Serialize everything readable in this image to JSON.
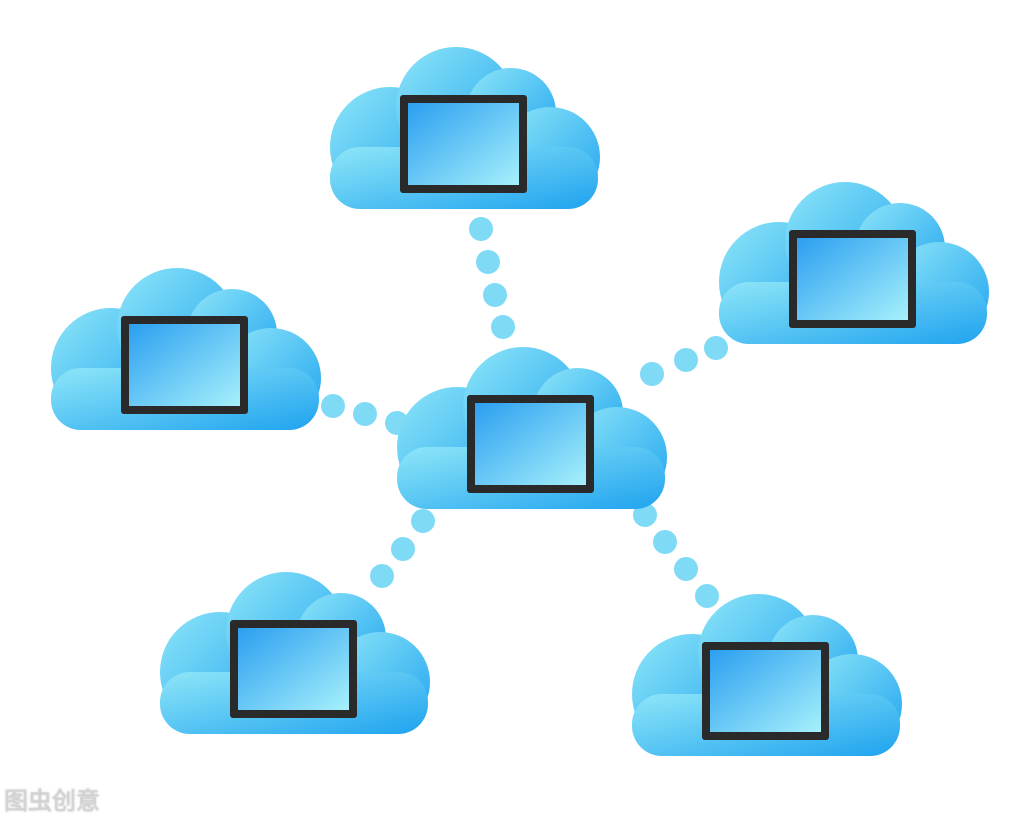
{
  "diagram": {
    "type": "network-topology",
    "colors": {
      "cloud_light": "#8ee6f8",
      "cloud_dark": "#1fa3ef",
      "screen_light": "#a6f0fb",
      "screen_dark": "#2b9ff0",
      "frame": "#2a2a2a",
      "dot": "#7fdaf6"
    },
    "nodes": [
      {
        "id": "center",
        "icon": "cloud-tablet-icon"
      },
      {
        "id": "top",
        "icon": "cloud-tablet-icon"
      },
      {
        "id": "top-right",
        "icon": "cloud-tablet-icon"
      },
      {
        "id": "left",
        "icon": "cloud-tablet-icon"
      },
      {
        "id": "bottom-left",
        "icon": "cloud-tablet-icon"
      },
      {
        "id": "bottom-right",
        "icon": "cloud-tablet-icon"
      }
    ],
    "connections": [
      {
        "from": "center",
        "to": "top"
      },
      {
        "from": "center",
        "to": "top-right"
      },
      {
        "from": "center",
        "to": "left"
      },
      {
        "from": "center",
        "to": "bottom-left"
      },
      {
        "from": "center",
        "to": "bottom-right"
      }
    ]
  },
  "watermark": "图虫创意"
}
